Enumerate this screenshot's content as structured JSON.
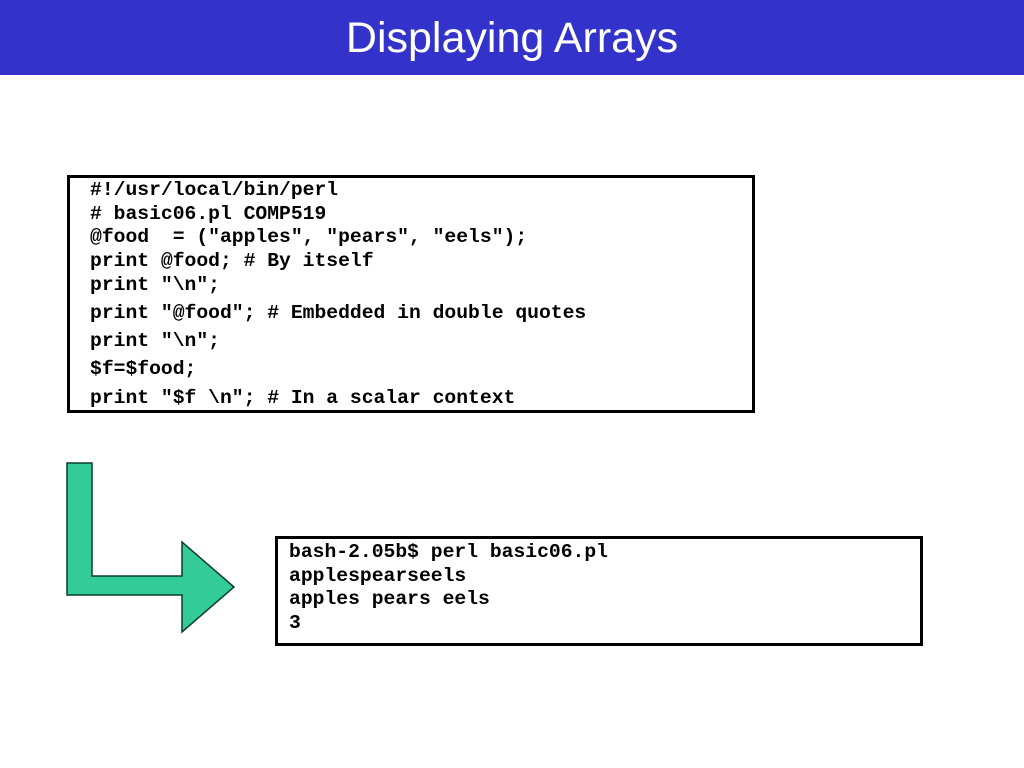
{
  "slide": {
    "title": "Displaying Arrays",
    "colors": {
      "header_bg": "#3333CC",
      "title_text": "#FFFFFF",
      "box_border": "#000000",
      "code_text": "#000000",
      "arrow_fill": "#33CC99",
      "arrow_stroke": "#0B3D2C"
    },
    "code_box": {
      "lines": [
        "#!/usr/local/bin/perl",
        "# basic06.pl COMP519",
        "@food  = (\"apples\", \"pears\", \"eels\");",
        "print @food; # By itself",
        "print \"\\n\";",
        "print \"@food\"; # Embedded in double quotes",
        "print \"\\n\";",
        "$f=$food;",
        "print \"$f \\n\"; # In a scalar context"
      ]
    },
    "output_box": {
      "lines": [
        "bash-2.05b$ perl basic06.pl",
        "applespearseels",
        "apples pears eels",
        "3"
      ]
    },
    "arrow": {
      "shape": "elbow-down-right-arrow"
    }
  }
}
